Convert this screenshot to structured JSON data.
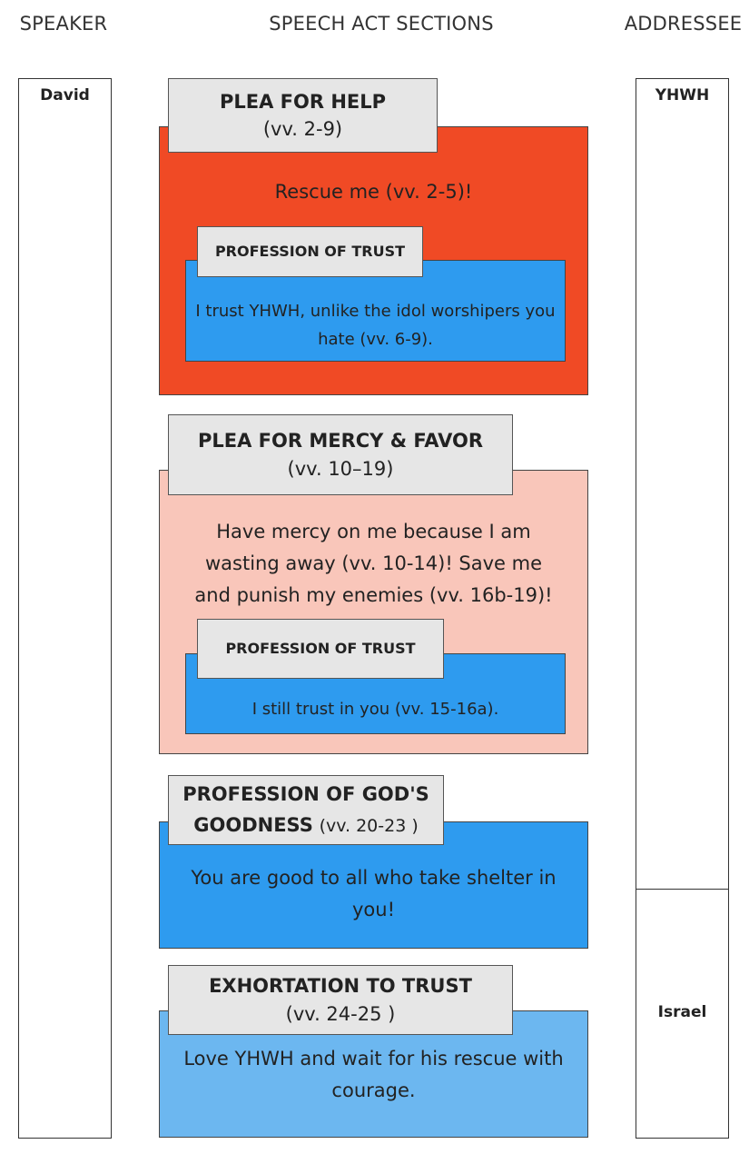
{
  "headers": {
    "speaker": "SPEAKER",
    "sections": "SPEECH ACT SECTIONS",
    "addressee": "ADDRESSEE"
  },
  "speaker": {
    "name": "David"
  },
  "addressees": [
    {
      "name": "YHWH"
    },
    {
      "name": "Israel"
    }
  ],
  "sections": [
    {
      "title": "PLEA FOR HELP",
      "verses": "(vv. 2-9)",
      "text": "Rescue me (vv. 2-5)!",
      "sub": {
        "title": "PROFESSION OF TRUST",
        "text": "I trust YHWH, unlike the idol worshipers you hate (vv. 6-9)."
      }
    },
    {
      "title": "PLEA FOR MERCY & FAVOR",
      "verses": "(vv. 10–19)",
      "text": "Have mercy on me because I am wasting away (vv. 10-14)! Save me and punish my enemies (vv. 16b-19)!",
      "sub": {
        "title": "PROFESSION OF TRUST",
        "text": "I still trust in you (vv. 15-16a)."
      }
    },
    {
      "title": "PROFESSION OF GOD'S GOODNESS",
      "verses": "(vv. 20-23 )",
      "text": "You are good to all who take shelter in you!"
    },
    {
      "title": "EXHORTATION TO TRUST",
      "verses": "(vv. 24-25 )",
      "text": "Love YHWH and wait for his rescue with courage."
    }
  ],
  "colors": {
    "plea_help": "#F04A25",
    "plea_mercy": "#F9C6BA",
    "trust": "#2E9BEF",
    "exhortation": "#6CB7F0",
    "label": "#E6E6E6"
  }
}
